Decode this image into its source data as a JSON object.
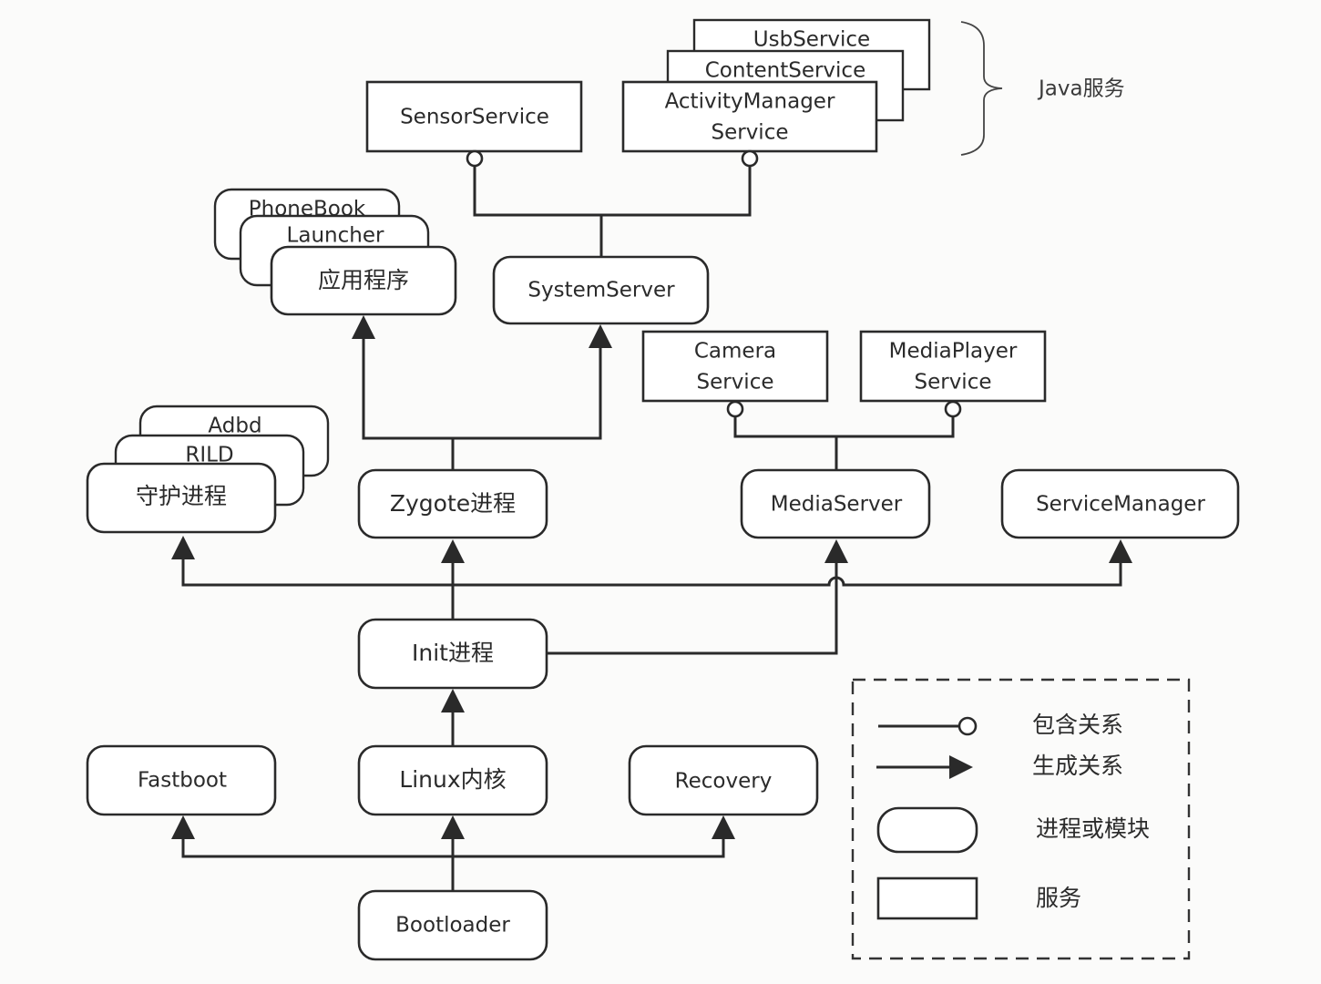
{
  "nodes": {
    "usb_service": "UsbService",
    "content_service": "ContentService",
    "activity_manager_line1": "ActivityManager",
    "activity_manager_line2": "Service",
    "sensor_service": "SensorService",
    "java_services_label": "Java服务",
    "phonebook": "PhoneBook",
    "launcher": "Launcher",
    "apps": "应用程序",
    "system_server": "SystemServer",
    "camera_line1": "Camera",
    "camera_line2": "Service",
    "mediaplayer_line1": "MediaPlayer",
    "mediaplayer_line2": "Service",
    "adbd": "Adbd",
    "rild": "RILD",
    "daemon": "守护进程",
    "zygote": "Zygote进程",
    "media_server": "MediaServer",
    "service_manager": "ServiceManager",
    "init": "Init进程",
    "fastboot": "Fastboot",
    "linux_kernel": "Linux内核",
    "recovery": "Recovery",
    "bootloader": "Bootloader"
  },
  "legend": {
    "contains": "包含关系",
    "spawns": "生成关系",
    "process_or_module": "进程或模块",
    "service": "服务"
  },
  "colors": {
    "stroke": "#2a2a2a",
    "text": "#2b2b2b",
    "background": "#fbfbfa"
  }
}
